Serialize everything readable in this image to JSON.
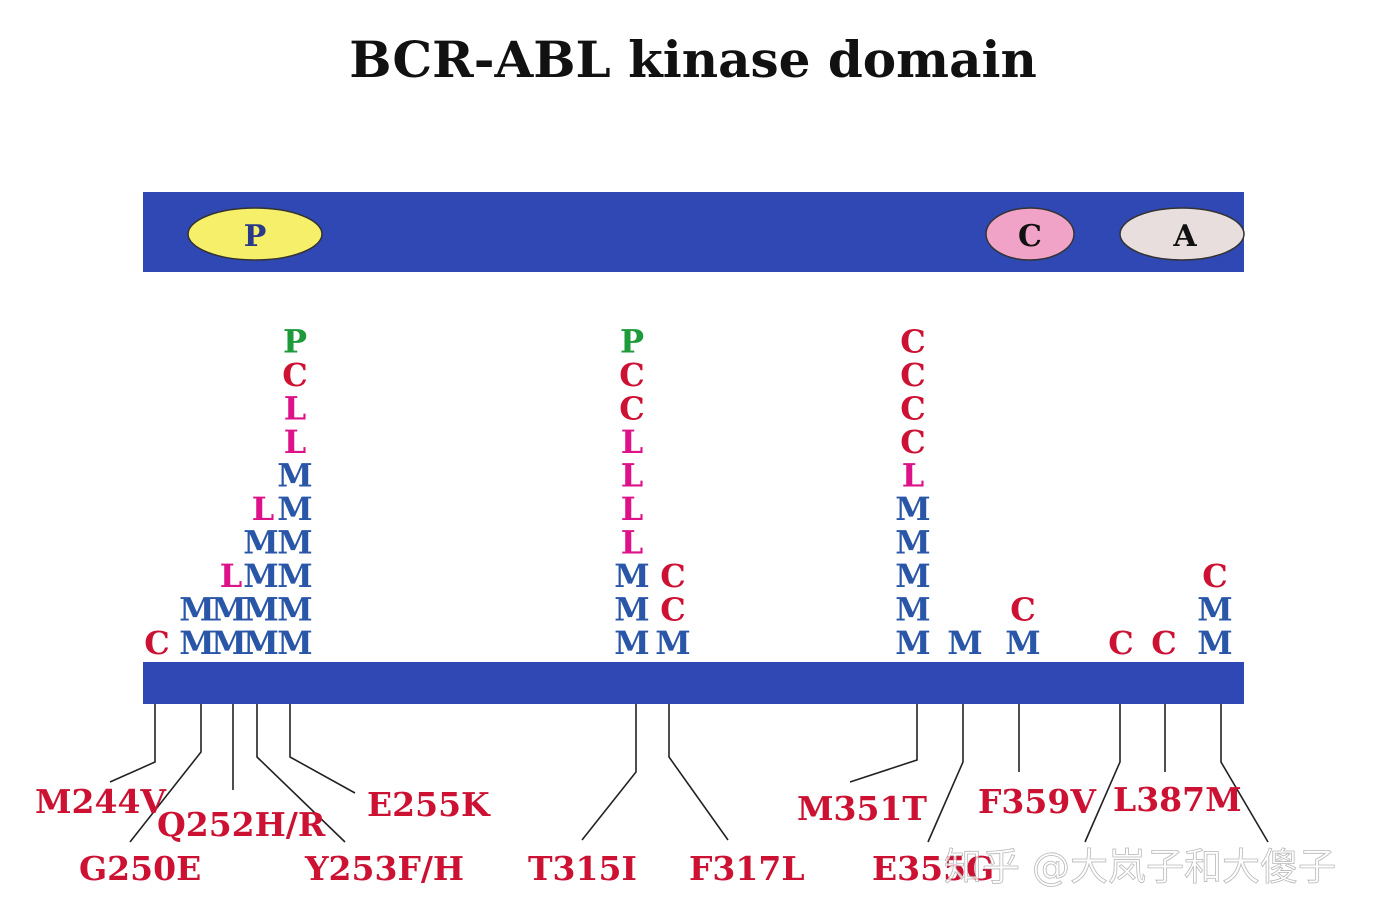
{
  "title": "BCR-ABL kinase domain",
  "colors": {
    "bar": "#2f48b3",
    "mutation_label": "#cc1133",
    "P": "#1f9a3a",
    "C": "#cc1133",
    "L": "#dd1188",
    "M": "#2a56a8",
    "loop_P": "#f5ef6a",
    "loop_C": "#f0a3c6",
    "loop_A": "#e8dede"
  },
  "domain_bar": {
    "loops": [
      {
        "label": "P"
      },
      {
        "label": "C"
      },
      {
        "label": "A"
      }
    ]
  },
  "mutation_columns": [
    [
      "C"
    ],
    [
      "M",
      "M"
    ],
    [
      "M",
      "M"
    ],
    [
      "M",
      "M",
      "L"
    ],
    [
      "M",
      "M",
      "M",
      "M",
      "L"
    ],
    [
      "M",
      "M",
      "M",
      "M",
      "M",
      "M",
      "L",
      "L",
      "C",
      "P"
    ],
    [
      "M",
      "M",
      "M",
      "L",
      "L",
      "L",
      "L",
      "C",
      "C",
      "P"
    ],
    [
      "M",
      "C",
      "C"
    ],
    [
      "M",
      "M",
      "M",
      "M",
      "M",
      "L",
      "C",
      "C",
      "C",
      "C"
    ],
    [
      "M"
    ],
    [
      "M",
      "C"
    ],
    [
      "C"
    ],
    [
      "C"
    ],
    [
      "M",
      "M",
      "C"
    ]
  ],
  "mutation_labels": [
    "M244V",
    "G250E",
    "Q252H/R",
    "Y253F/H",
    "E255K",
    "T315I",
    "F317L",
    "M351T",
    "E355G",
    "F359V",
    "L387M"
  ],
  "watermark": "知乎 @大岚子和大傻子"
}
